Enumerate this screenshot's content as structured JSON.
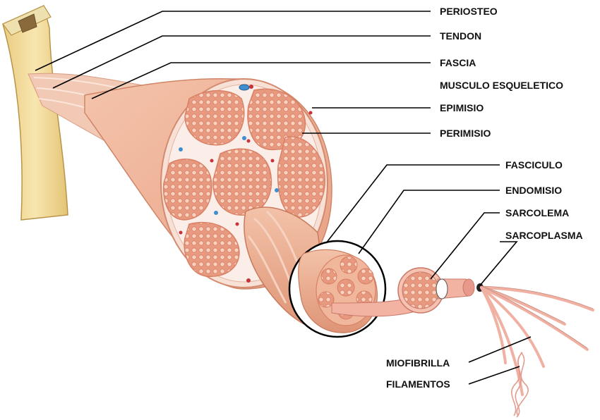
{
  "labels": {
    "periosteo": "PERIOSTEO",
    "tendon": "TENDON",
    "fascia": "FASCIA",
    "musculo": "MUSCULO ESQUELETICO",
    "epimisio": "EPIMISIO",
    "perimisio": "PERIMISIO",
    "fasciculo": "FASCICULO",
    "endomisio": "ENDOMISIO",
    "sarcolema": "SARCOLEMA",
    "sarcoplasma": "SARCOPLASMA",
    "miofibrilla": "MIOFIBRILLA",
    "filamentos": "FILAMENTOS"
  },
  "colors": {
    "bone": "#f3dc9c",
    "bone_outline": "#c9a75a",
    "muscle": "#efb597",
    "muscle_dark": "#dc8f73",
    "epimysium": "#f9e2d7",
    "fascicle": "#e8a48a",
    "fiber": "#f7cbb6",
    "blood_red": "#c9323a",
    "blood_blue": "#3f8fd0",
    "pointer_line": "#000000"
  }
}
